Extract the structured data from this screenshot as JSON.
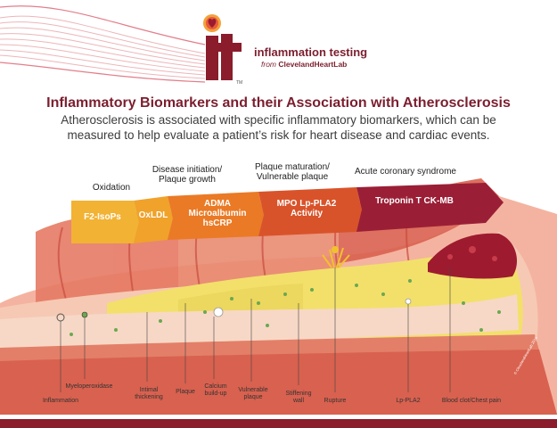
{
  "header": {
    "brand_name": "inflammation testing",
    "brand_from": "from",
    "brand_company": "ClevelandHeartLab",
    "trademark": "TM"
  },
  "title": "Inflammatory Biomarkers and their Association with Atherosclerosis",
  "subtitle": "Atherosclerosis is associated with specific inflammatory biomarkers, which can be measured to help evaluate a patient’s risk for heart disease and cardiac events.",
  "stages": [
    {
      "label": "Oxidation"
    },
    {
      "label": "Disease initiation/ Plaque growth"
    },
    {
      "label": "Plaque maturation/ Vulnerable plaque"
    },
    {
      "label": "Acute coronary syndrome"
    }
  ],
  "markers": [
    {
      "text": "F2-IsoPs",
      "color": "#f2b233"
    },
    {
      "text": "OxLDL",
      "color": "#f0a22a"
    },
    {
      "text": "ADMA Microalbumin hsCRP",
      "color": "#ea7a25"
    },
    {
      "text": "MPO Lp-PLA2 Activity",
      "color": "#d9532a"
    },
    {
      "text": "Troponin T CK-MB",
      "color": "#9a1f36"
    }
  ],
  "labels": [
    "Inflammation",
    "Myeloperoxidase",
    "Intimal thickening",
    "Plaque",
    "Calcium build-up",
    "Vulnerable plaque",
    "Stiffening wall",
    "Rupture",
    "Lp-PLA2",
    "Blood clot/Chest pain"
  ],
  "copyright": "© ClevelandHeartLab 2016",
  "colors": {
    "brand": "#7b1e2e",
    "artery_outer": "#d9614f",
    "artery_inner": "#f4a893",
    "plaque": "#f2e06b",
    "clot": "#9e1b2f",
    "footer": "#8a1c2b"
  }
}
